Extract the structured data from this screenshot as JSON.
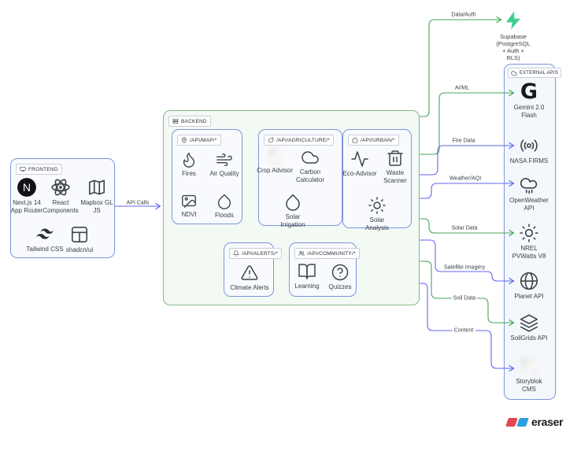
{
  "colors": {
    "green": "#44a659",
    "blue": "#6366f1",
    "supabase_green": "#3ecf8e",
    "backend_border": "#85b98a",
    "blue_border": "#7d96dd",
    "eraser_red": "#e5484d",
    "eraser_blue": "#2f9ee0"
  },
  "frontend": {
    "label": "FRONTEND",
    "items": [
      {
        "name": "Next.js 14\nApp Router",
        "icon": "nextjs-icon"
      },
      {
        "name": "React\nComponents",
        "icon": "react-icon"
      },
      {
        "name": "Mapbox GL\nJS",
        "icon": "map-icon"
      },
      {
        "name": "Tailwind CSS",
        "icon": "tailwind-icon"
      },
      {
        "name": "shadcn/ui",
        "icon": "shadcn-icon"
      }
    ]
  },
  "backend": {
    "label": "BACKEND",
    "groups": {
      "map": {
        "label": "/API/MAP/*",
        "items": [
          {
            "name": "Fires",
            "icon": "flame-icon"
          },
          {
            "name": "Air Quality",
            "icon": "wind-icon"
          },
          {
            "name": "NDVI",
            "icon": "image-icon"
          },
          {
            "name": "Floods",
            "icon": "droplet-icon"
          }
        ]
      },
      "agriculture": {
        "label": "/API/AGRICULTURE/*",
        "items": [
          {
            "name": "Crop Advisor",
            "icon": "blurred-icon"
          },
          {
            "name": "Carbon\nCalculator",
            "icon": "cloud-icon"
          },
          {
            "name": "Solar\nIrrigation",
            "icon": "droplet-icon"
          }
        ]
      },
      "urban": {
        "label": "/API/URBAN/*",
        "items": [
          {
            "name": "Eco-Advisor",
            "icon": "activity-icon"
          },
          {
            "name": "Waste\nScanner",
            "icon": "trash-icon"
          },
          {
            "name": "Solar\nAnalysis",
            "icon": "sun-icon"
          }
        ]
      },
      "alerts": {
        "label": "/API/ALERTS/*",
        "items": [
          {
            "name": "Climate Alerts",
            "icon": "alert-triangle-icon"
          }
        ]
      },
      "community": {
        "label": "/API/COMMUNITY/*",
        "items": [
          {
            "name": "Learning",
            "icon": "book-open-icon"
          },
          {
            "name": "Quizzes",
            "icon": "help-circle-icon"
          }
        ]
      }
    }
  },
  "supabase": {
    "name": "Supabase\n(PostgreSQL\n+ Auth +\nRLS)",
    "icon": "zap-icon"
  },
  "external": {
    "label": "EXTERNAL APIS",
    "items": [
      {
        "name": "Gemini 2.0\nFlash",
        "glyph": "G",
        "icon": "gemini-logo"
      },
      {
        "name": "NASA FIRMS",
        "icon": "broadcast-icon"
      },
      {
        "name": "OpenWeather\nAPI",
        "icon": "cloud-drizzle-icon"
      },
      {
        "name": "NREL\nPVWatts V8",
        "icon": "sun-icon"
      },
      {
        "name": "Planet API",
        "icon": "globe-icon"
      },
      {
        "name": "SoilGrids API",
        "icon": "layers-icon"
      },
      {
        "name": "Storyblok\nCMS",
        "icon": "blurred-icon"
      }
    ]
  },
  "connections": [
    {
      "label": "API Calls",
      "color": "blue"
    },
    {
      "label": "Data/Auth",
      "color": "green"
    },
    {
      "label": "AI/ML",
      "color": "green"
    },
    {
      "label": "Fire Data",
      "color": "blue"
    },
    {
      "label": "Weather/AQI",
      "color": "blue"
    },
    {
      "label": "Solar Data",
      "color": "green"
    },
    {
      "label": "Satellite Imagery",
      "color": "blue"
    },
    {
      "label": "Soil Data",
      "color": "green"
    },
    {
      "label": "Content",
      "color": "blue"
    }
  ],
  "branding": {
    "logo_text": "eraser"
  }
}
